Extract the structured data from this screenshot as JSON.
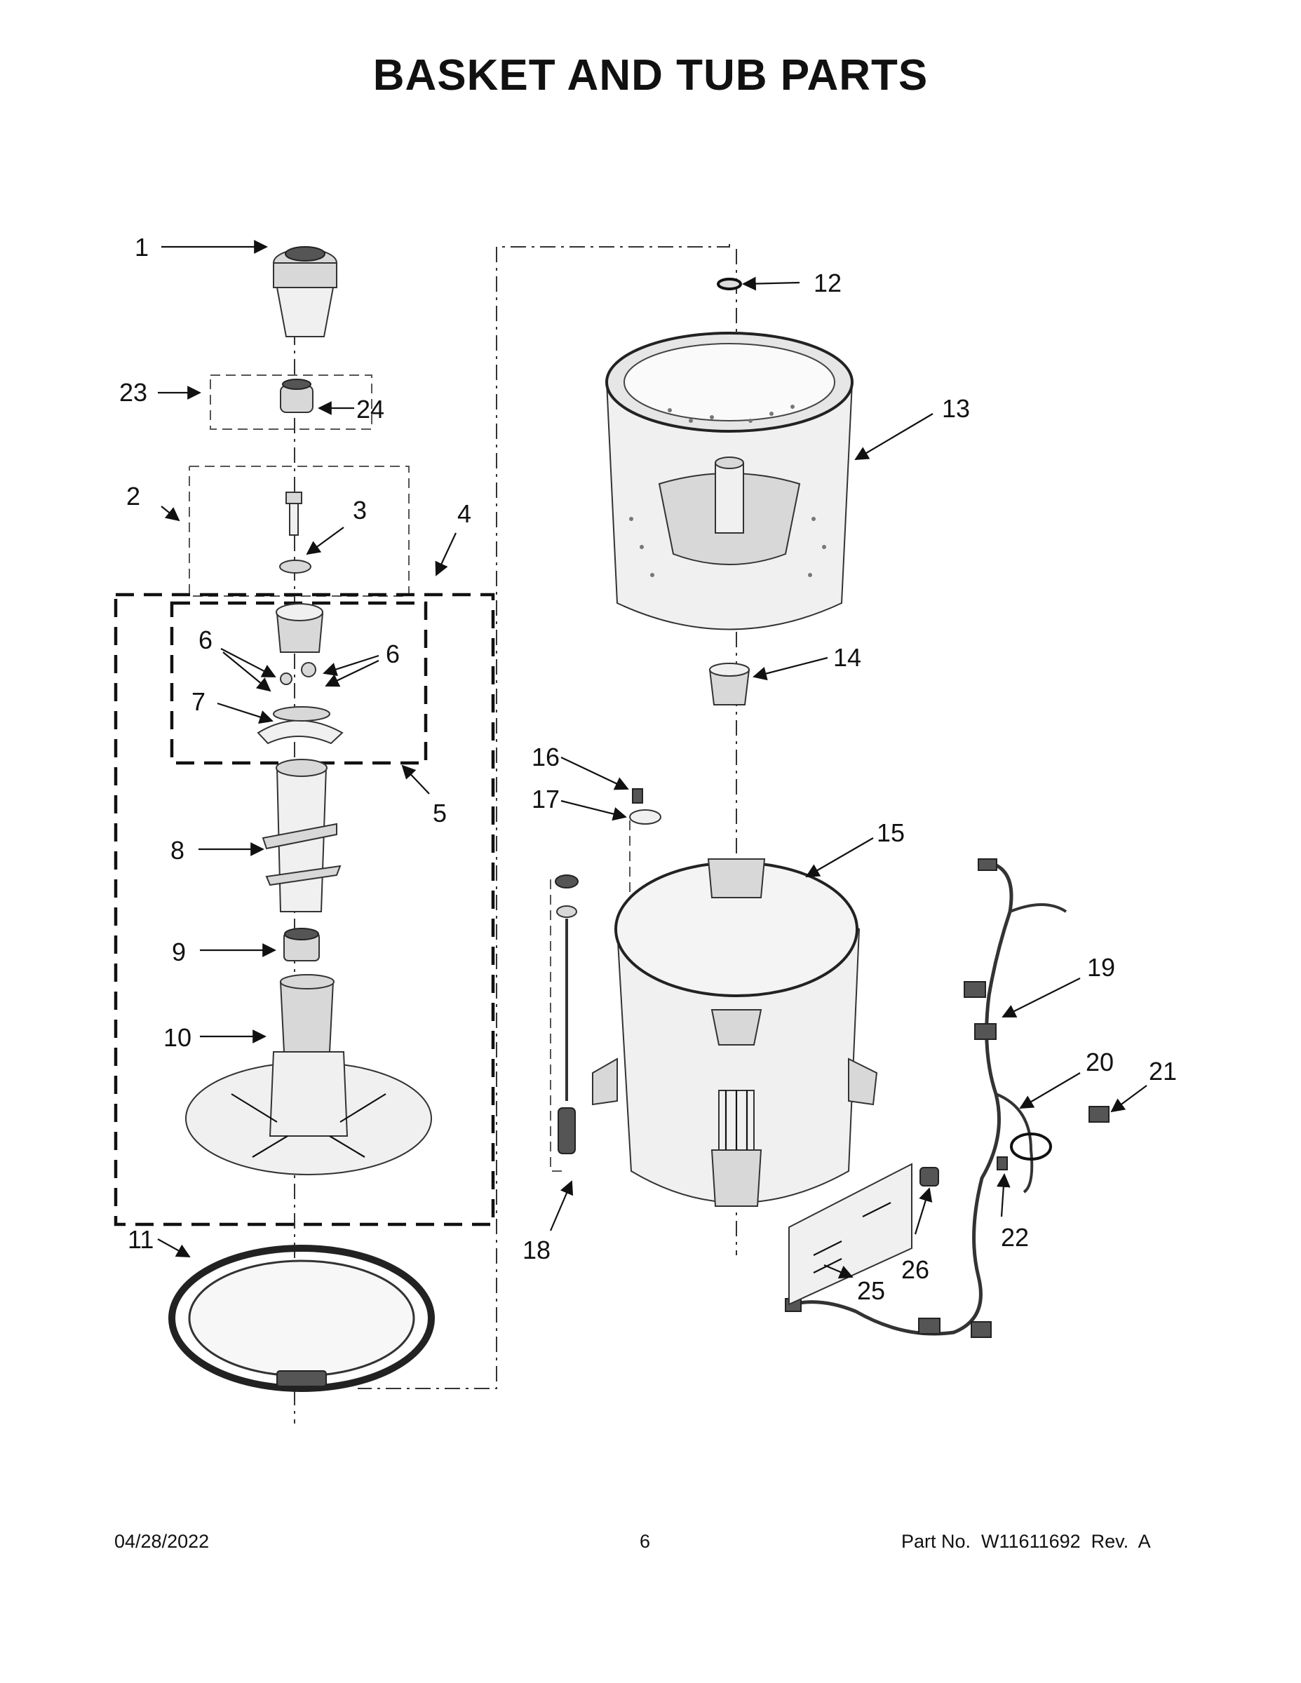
{
  "title": "BASKET AND TUB PARTS",
  "footer": {
    "date": "04/28/2022",
    "page": "6",
    "part_number": "Part No.  W11611692  Rev.  A"
  },
  "callouts": [
    "1",
    "2",
    "3",
    "4",
    "5",
    "6",
    "6",
    "7",
    "8",
    "9",
    "10",
    "11",
    "12",
    "13",
    "14",
    "15",
    "16",
    "17",
    "18",
    "19",
    "20",
    "21",
    "22",
    "23",
    "24",
    "25",
    "26"
  ]
}
